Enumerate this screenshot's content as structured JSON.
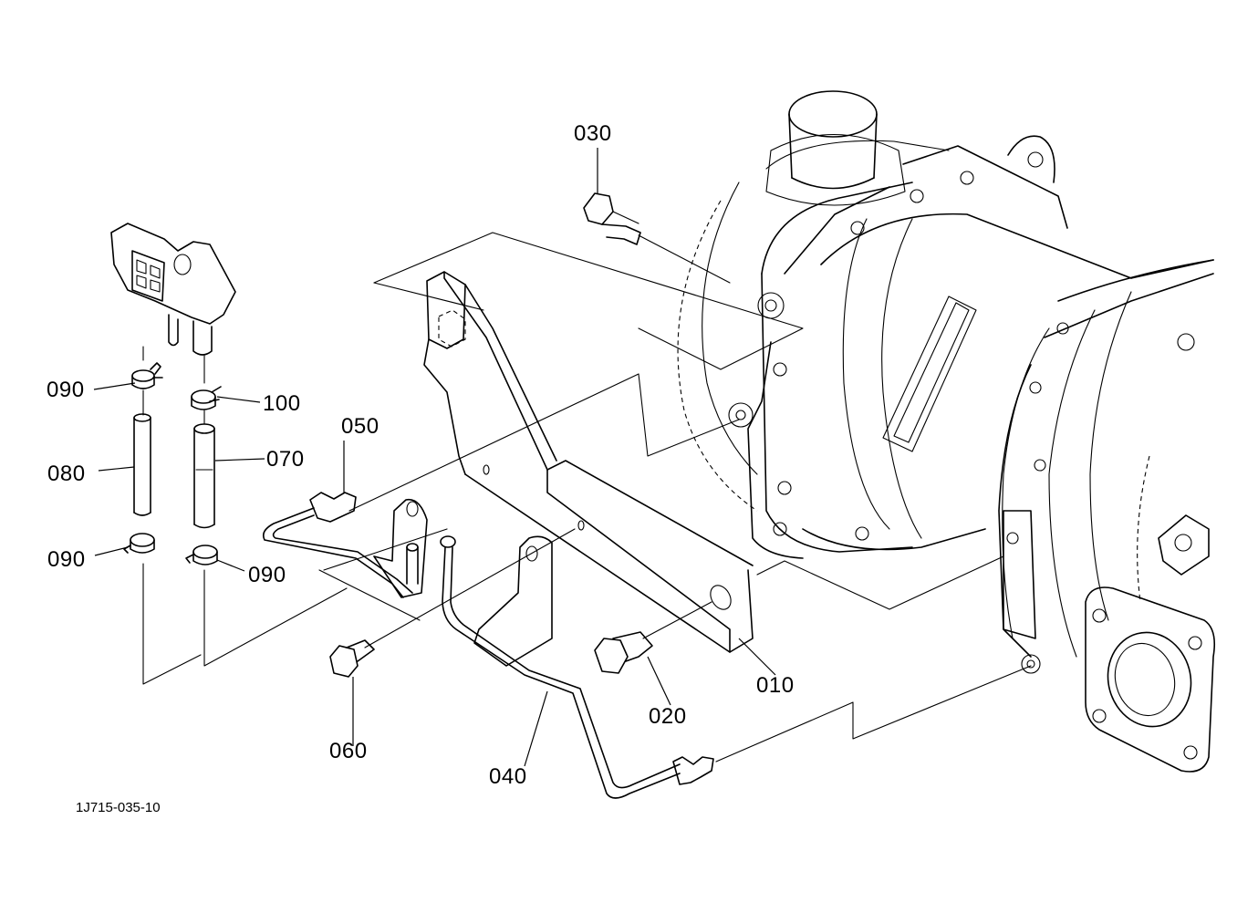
{
  "diagram": {
    "document_id": "1J715-035-10",
    "parts": [
      {
        "key": "p010",
        "number": "010"
      },
      {
        "key": "p020",
        "number": "020"
      },
      {
        "key": "p030",
        "number": "030"
      },
      {
        "key": "p040",
        "number": "040"
      },
      {
        "key": "p050",
        "number": "050"
      },
      {
        "key": "p060",
        "number": "060"
      },
      {
        "key": "p070",
        "number": "070"
      },
      {
        "key": "p080",
        "number": "080"
      },
      {
        "key": "p090a",
        "number": "090"
      },
      {
        "key": "p090b",
        "number": "090"
      },
      {
        "key": "p090c",
        "number": "090"
      },
      {
        "key": "p100",
        "number": "100"
      }
    ]
  }
}
